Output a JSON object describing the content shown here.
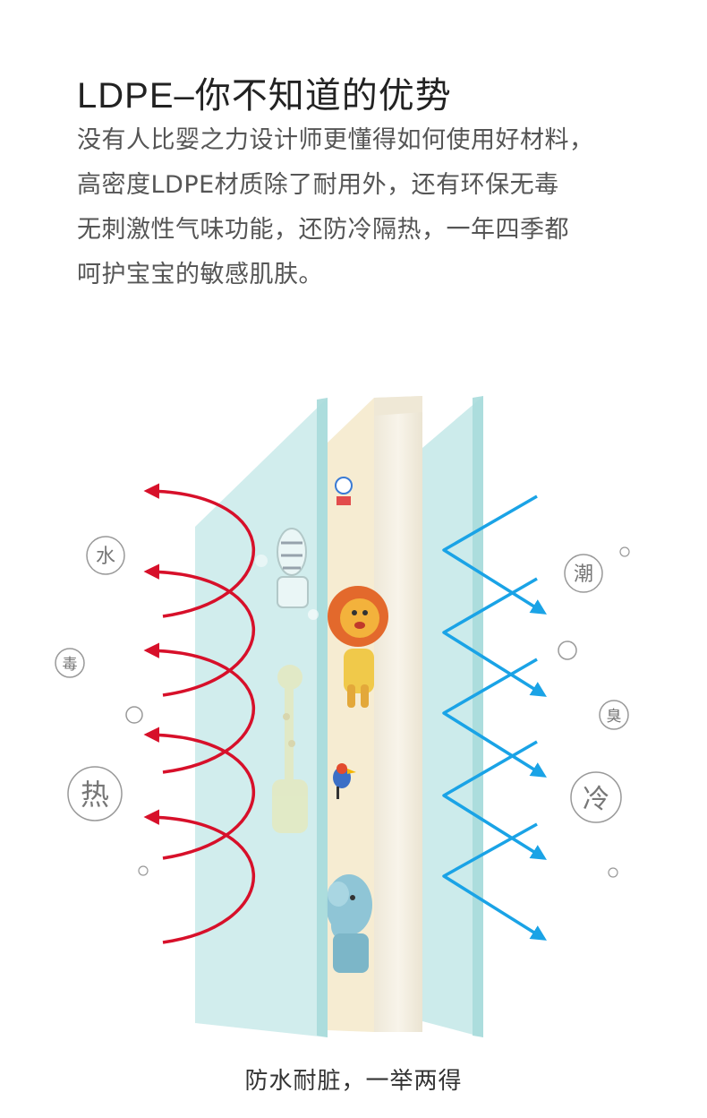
{
  "title": "LDPE–你不知道的优势",
  "description": [
    "没有人比婴之力设计师更懂得如何使用好材料，",
    "高密度LDPE材质除了耐用外，还有环保无毒",
    "无刺激性气味功能，还防冷隔热，一年四季都",
    "呵护宝宝的敏感肌肤。"
  ],
  "left_labels": {
    "water": "水",
    "poison": "毒",
    "heat": "热"
  },
  "right_labels": {
    "moisture": "潮",
    "odor": "臭",
    "cold": "冷"
  },
  "caption": "防水耐脏，一举两得",
  "colors": {
    "arrow_red": "#d7102a",
    "arrow_blue": "#1aa3e6",
    "film": "#bfe6e6",
    "foam": "#f4efe4",
    "print_layer": "#f6ecd2"
  },
  "icons": [
    "lion-icon",
    "zebra-icon",
    "giraffe-icon",
    "elephant-icon",
    "bird-icon",
    "badge-icon"
  ]
}
